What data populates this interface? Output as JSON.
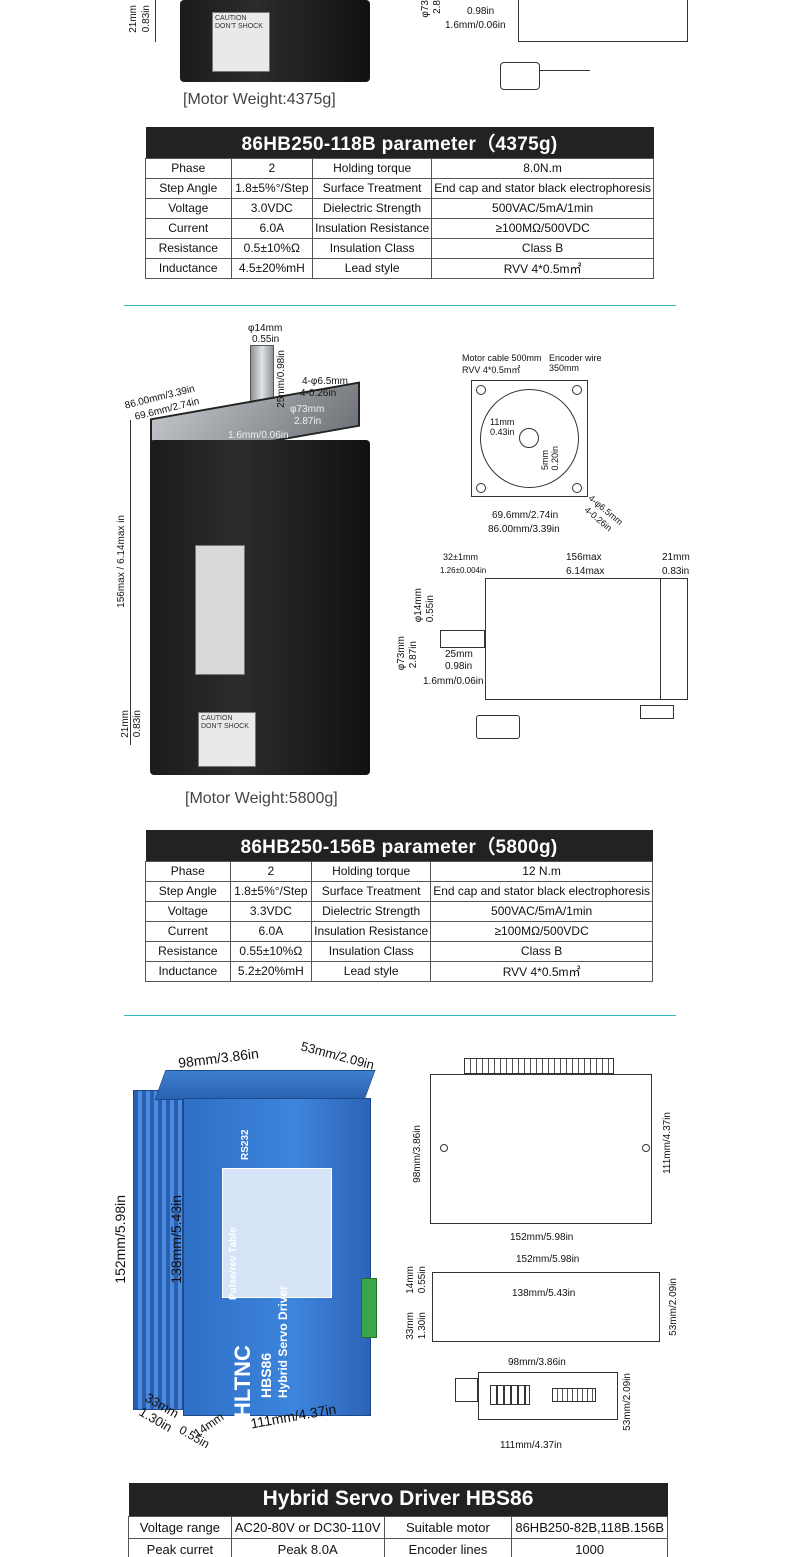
{
  "section1": {
    "weight": "[Motor Weight:4375g]",
    "dims": {
      "d1": "21mm",
      "d1b": "0.83in",
      "d2": "φ73",
      "d3": "2.8",
      "d4": "0.98in",
      "d5": "1.6mm/0.06in"
    },
    "caution": "CAUTION\nDON'T SHOCK"
  },
  "table1": {
    "title": "86HB250-118B parameter（4375g)",
    "rows": [
      [
        "Phase",
        "2",
        "Holding torque",
        "8.0N.m"
      ],
      [
        "Step Angle",
        "1.8±5%°/Step",
        "Surface Treatment",
        "End cap and stator black electrophoresis"
      ],
      [
        "Voltage",
        "3.0VDC",
        "Dielectric Strength",
        "500VAC/5mA/1min"
      ],
      [
        "Current",
        "6.0A",
        "Insulation Resistance",
        "≥100MΩ/500VDC"
      ],
      [
        "Resistance",
        "0.5±10%Ω",
        "Insulation Class",
        "Class B"
      ],
      [
        "Inductance",
        "4.5±20%mH",
        "Lead style",
        "RVV 4*0.5m㎡"
      ]
    ]
  },
  "section2": {
    "weight": "[Motor Weight:5800g]",
    "dims": {
      "shaft_d": "φ14mm",
      "shaft_d_in": "0.55in",
      "shaft_len": "25mm/0.98in",
      "holes": "4-φ6.5mm",
      "holes_in": "4-0.26in",
      "diag_a": "86.00mm/3.39in",
      "diag_b": "69.6mm/2.74in",
      "boss": "φ73mm",
      "boss_in": "2.87in",
      "boss_h": "1.6mm/0.06in",
      "body_len": "156max / 6.14max in",
      "end": "21mm",
      "end_in": "0.83in",
      "cable": "Motor cable 500mm",
      "cable_type": "RVV 4*0.5m㎡",
      "enc": "Encoder wire",
      "enc_len": "350mm",
      "key_w": "11mm",
      "key_w_in": "0.43in",
      "key_h": "5mm",
      "key_h_in": "0.20in",
      "hole_r": "4-φ6.5mm",
      "hole_r_in": "4-0.26in",
      "w1": "69.6mm/2.74in",
      "w2": "86.00mm/3.39in",
      "s1": "32±1mm",
      "s1_in": "1.26±0.004in",
      "s2": "156max",
      "s2_in": "6.14max",
      "s3": "21mm",
      "s3_in": "0.83in",
      "sd": "φ14mm",
      "sd_in": "0.55in",
      "bd": "φ73mm",
      "bd_in": "2.87in",
      "kl": "25mm",
      "kl_in": "0.98in",
      "fl": "1.6mm/0.06in"
    },
    "caution": "CAUTION\nDON'T SHOCK"
  },
  "table2": {
    "title": "86HB250-156B parameter（5800g)",
    "rows": [
      [
        "Phase",
        "2",
        "Holding torque",
        "12 N.m"
      ],
      [
        "Step Angle",
        "1.8±5%°/Step",
        "Surface Treatment",
        "End cap and stator black electrophoresis"
      ],
      [
        "Voltage",
        "3.3VDC",
        "Dielectric Strength",
        "500VAC/5mA/1min"
      ],
      [
        "Current",
        "6.0A",
        "Insulation Resistance",
        "≥100MΩ/500VDC"
      ],
      [
        "Resistance",
        "0.55±10%Ω",
        "Insulation Class",
        "Class B"
      ],
      [
        "Inductance",
        "5.2±20%mH",
        "Lead style",
        "RVV 4*0.5m㎡"
      ]
    ]
  },
  "section3": {
    "dims": {
      "top_w": "98mm/3.86in",
      "top_d": "53mm/2.09in",
      "height": "152mm/5.98in",
      "inner_h": "138mm/5.43in",
      "bottom_a": "33mm",
      "bottom_a_in": "1.30in",
      "bottom_b": "14mm",
      "bottom_b_in": "0.55in",
      "bottom_len": "111mm/4.37in",
      "r_h": "98mm/3.86in",
      "r_w": "111mm/4.37in",
      "r_len": "152mm/5.98in",
      "s_len": "152mm/5.98in",
      "s_inner": "138mm/5.43in",
      "s_a": "14mm",
      "s_a_in": "0.55in",
      "s_b": "33mm",
      "s_b_in": "1.30in",
      "s_h": "53mm/2.09in",
      "e_w": "98mm/3.86in",
      "e_h": "53mm/2.09in",
      "e_len": "111mm/4.37in"
    },
    "brand": "HLTNC",
    "model": "HBS86",
    "subtitle": "Hybrid Servo Driver",
    "rs232": "RS232",
    "tag": "Pulse/rev Table"
  },
  "table3": {
    "title": "Hybrid Servo Driver HBS86",
    "rows": [
      [
        "Voltage range",
        "AC20-80V or DC30-110V",
        "Suitable motor",
        "86HB250-82B,118B.156B"
      ],
      [
        "Peak curret",
        "Peak 8.0A",
        "Encoder lines",
        "1000"
      ]
    ]
  },
  "colors": {
    "divider": "#37b6c0",
    "table_header": "#222222",
    "driver_blue": "#2f6fc6"
  }
}
